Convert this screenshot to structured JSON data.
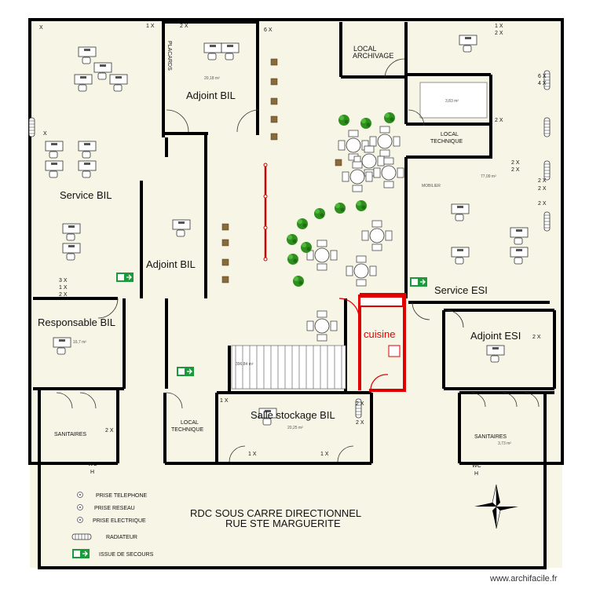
{
  "plan": {
    "title_line1": "RDC SOUS   CARRE DIRECTIONNEL",
    "title_line2": "RUE STE MARGUERITE",
    "watermark": "www.archifacile.fr",
    "rooms": {
      "adjoint_bil_top": "Adjoint BIL",
      "adjoint_bil_mid": "Adjoint BIL",
      "service_bil": "Service  BIL",
      "responsable_bil": "Responsable BIL",
      "local_archivage_1": "LOCAL",
      "local_archivage_2": "ARCHIVAGE",
      "local_technique_right_1": "LOCAL",
      "local_technique_right_2": "TECHNIQUE",
      "local_technique_left_1": "LOCAL",
      "local_technique_left_2": "TECHNIQUE",
      "service_esi": "Service ESI",
      "adjoint_esi": "Adjoint ESI",
      "cuisine": "cuisine",
      "salle_stockage": "Salle stockage BIL",
      "sanitaires_left": "SANITAIRES",
      "sanitaires_right": "SANITAIRES",
      "wc_left": "WC",
      "wc_left_h": "H",
      "wc_right": "WC",
      "wc_right_h": "H",
      "placards": "PLACARDS",
      "mobilier": "MOBILIER"
    },
    "areas": {
      "adjoint_bil_top": "20,18 m²",
      "responsable_bil": "16,7 m²",
      "hall": "396,84 m²",
      "salle_stockage": "20,25 m²",
      "stair_right": "3,83 m²",
      "service_esi": "77,09 m²",
      "sanitaires_right": "3,73 m²"
    },
    "counts": {
      "x_top_left": "X",
      "x1_top": "1 X",
      "x2_adj": "2 X",
      "x6_hall": "6 X",
      "x1_tr": "1 X",
      "x2_tr": "2 X",
      "x6_tr": "6 X",
      "x4_tr": "4 X",
      "x2_r1": "2 X",
      "x2_r2": "2 X",
      "x2_r3": "2 X",
      "x2_r4": "2 X",
      "x2_r5": "2 X",
      "x2_r6": "2 X",
      "x3_bil": "3 X",
      "x1_bil": "1 X",
      "x2_bil": "2 X",
      "x_sbil": "X",
      "x2_esi": "2 X",
      "x1_stock_l": "1 X",
      "x2_stock_r1": "2 X",
      "x2_stock_r2": "2 X",
      "x1_stock_b1": "1 X",
      "x1_stock_b2": "1 X",
      "x2_san": "2 X"
    },
    "legend": {
      "telephone": "PRISE TELEPHONE",
      "reseau": "PRISE RESEAU",
      "electrique": "PRISE ELECTRIQUE",
      "radiateur": "RADIATEUR",
      "secours": "ISSUE DE SECOURS"
    },
    "colors": {
      "wall": "#000000",
      "floor": "#f7f6e6",
      "kitchen": "#e00000",
      "plant": "#2f8f1e",
      "exit": "#1a9a3a"
    }
  }
}
